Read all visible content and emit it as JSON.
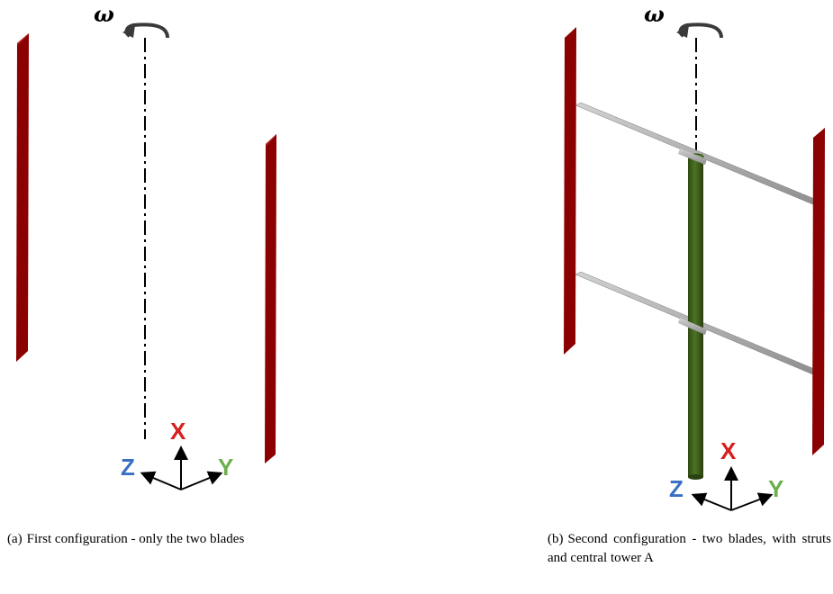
{
  "figure": {
    "symbols": {
      "omega": "ω",
      "axis_x": "X",
      "axis_y": "Y",
      "axis_z": "Z"
    },
    "colors": {
      "blade": "#8b0000",
      "tower": "#3f5f1c",
      "strut": "#a9a9a9",
      "axis_x": "#d81e1e",
      "axis_y": "#6ab04c",
      "axis_z": "#3a6fc4"
    },
    "panel_a": {
      "caption_tag": "(a)",
      "caption_text": "First configuration - only the two blades"
    },
    "panel_b": {
      "caption_tag": "(b)",
      "caption_text": "Second configuration - two blades, with struts and central tower A"
    }
  }
}
